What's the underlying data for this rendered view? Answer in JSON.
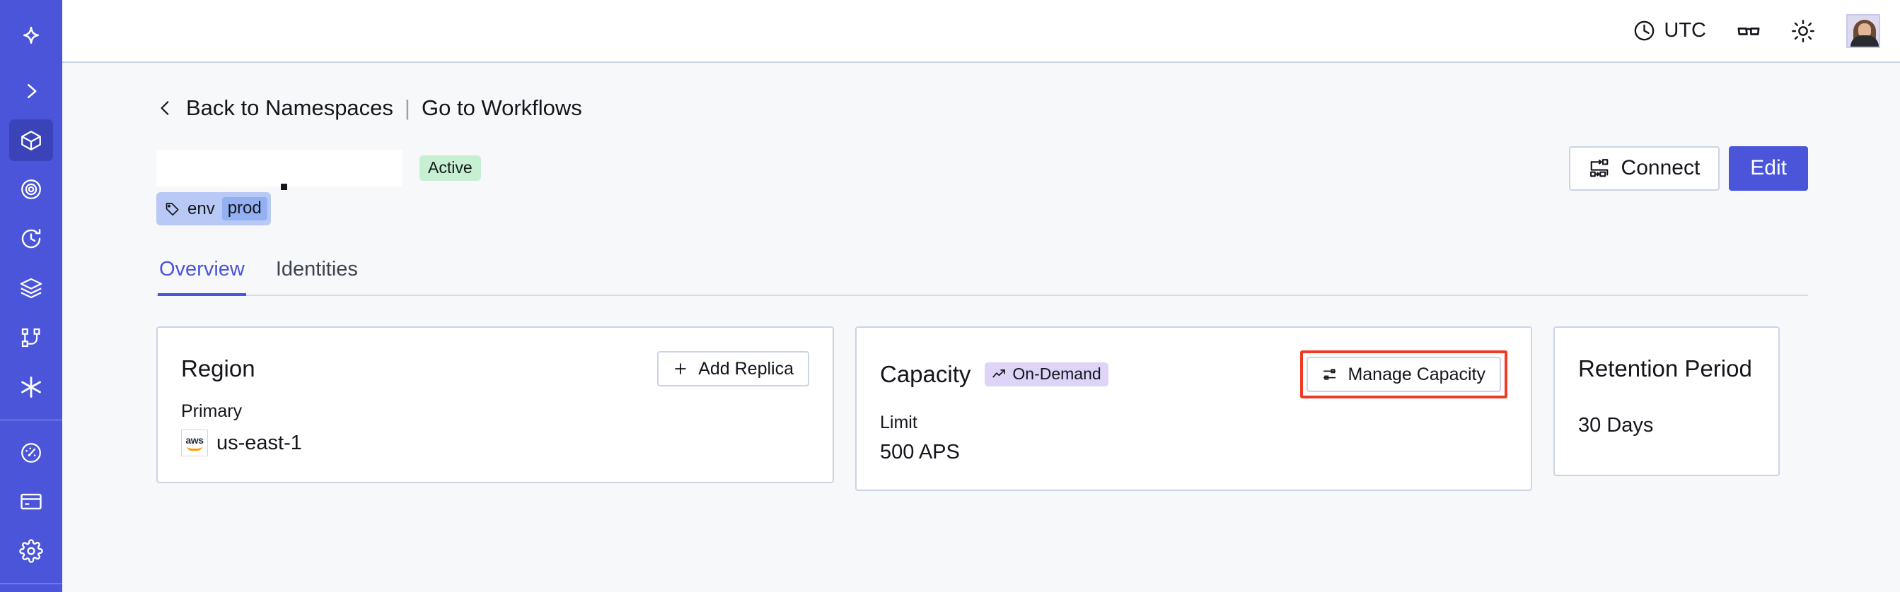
{
  "sidebar": {
    "brand_color": "#4a55da",
    "active_color": "#3a44b8",
    "logo_icon": "star-burst-logo-icon",
    "items": [
      {
        "icon": "chevron-right-expand-icon",
        "name": "expand-sidebar",
        "active": false
      },
      {
        "icon": "cube-icon",
        "name": "namespaces",
        "active": true
      },
      {
        "icon": "eye-spiral-icon",
        "name": "observability",
        "active": false
      },
      {
        "icon": "history-clock-icon",
        "name": "schedules",
        "active": false
      },
      {
        "icon": "layers-stack-icon",
        "name": "batch-operations",
        "active": false
      },
      {
        "icon": "workflow-nodes-icon",
        "name": "workflows",
        "active": false
      },
      {
        "icon": "asterisk-icon",
        "name": "nexus",
        "active": false
      },
      {
        "icon": "gauge-icon",
        "name": "usage",
        "active": false
      },
      {
        "icon": "credit-card-icon",
        "name": "billing",
        "active": false
      },
      {
        "icon": "gear-icon",
        "name": "settings",
        "active": false
      }
    ]
  },
  "topbar": {
    "timezone_label": "UTC",
    "timezone_icon": "clock-icon",
    "glasses_icon": "glasses-icon",
    "theme_icon": "sun-icon",
    "avatar_name": "user-avatar"
  },
  "breadcrumb": {
    "back_icon": "chevron-left-icon",
    "back_label": "Back to Namespaces",
    "divider": "|",
    "forward_label": "Go to Workflows"
  },
  "header": {
    "namespace_title": "",
    "status_badge": "Active",
    "status_badge_color": "#c7efd2",
    "connect_label": "Connect",
    "connect_icon": "connect-network-icon",
    "edit_label": "Edit",
    "edit_color": "#4a55da"
  },
  "tag": {
    "icon": "tag-icon",
    "key": "env",
    "value": "prod"
  },
  "tabs": [
    {
      "label": "Overview",
      "active": true
    },
    {
      "label": "Identities",
      "active": false
    }
  ],
  "cards": {
    "region": {
      "title": "Region",
      "button_label": "Add Replica",
      "button_icon": "plus-icon",
      "label": "Primary",
      "provider_icon": "aws-logo-icon",
      "provider_text": "aws",
      "value": "us-east-1"
    },
    "capacity": {
      "title": "Capacity",
      "badge_label": "On-Demand",
      "badge_icon": "trending-up-icon",
      "badge_color": "#ddd4f7",
      "button_label": "Manage Capacity",
      "button_icon": "sliders-icon",
      "highlight_color": "#ef3b23",
      "label": "Limit",
      "value": "500 APS"
    },
    "retention": {
      "title": "Retention Period",
      "value": "30 Days"
    }
  }
}
